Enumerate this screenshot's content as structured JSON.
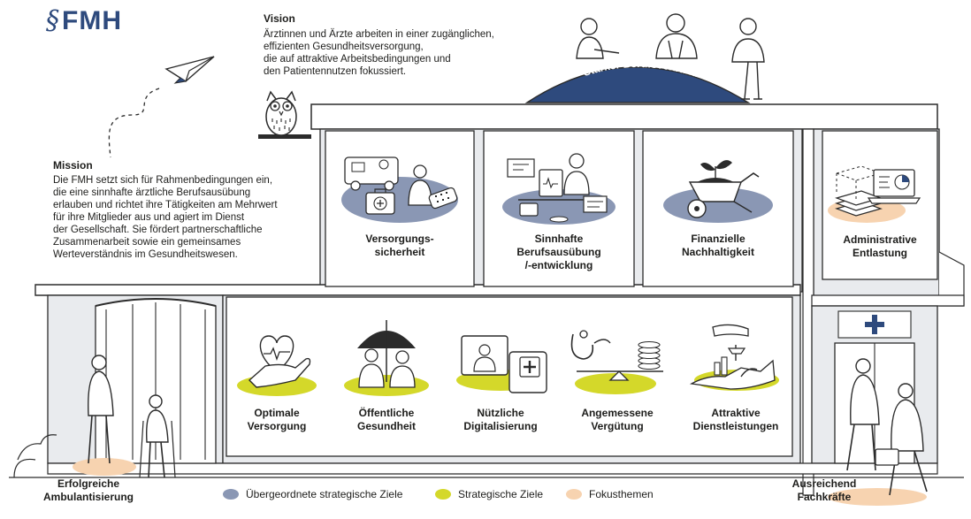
{
  "logo": {
    "mark": "§",
    "text": "FMH"
  },
  "vision": {
    "title": "Vision",
    "lines": [
      "Ärztinnen und Ärzte arbeiten in einer zugänglichen,",
      "effizienten Gesundheitsversorgung,",
      "die auf attraktive Arbeitsbedingungen und",
      "den Patientennutzen fokussiert."
    ]
  },
  "mission": {
    "title": "Mission",
    "lines": [
      "Die FMH setzt sich für Rahmenbedingungen ein,",
      "die eine sinnhafte ärztliche Berufsausübung",
      "erlauben und richtet ihre Tätigkeiten am Mehrwert",
      "für ihre Mitglieder aus und agiert im Dienst",
      "der Gesellschaft. Sie fördert partnerschaftliche",
      "Zusammenarbeit sowie ein gemeinsames",
      "Werteverständnis im Gesundheitswesen."
    ]
  },
  "roof_banner": "Starker Berufsverband",
  "upper_goals": [
    {
      "id": "versorgung",
      "line1": "Versorgungs-",
      "line2": "sicherheit",
      "line3": "",
      "icon": "ambulance-doctor-icon",
      "blob": "overarching"
    },
    {
      "id": "berufsausuebung",
      "line1": "Sinnhafte",
      "line2": "Berufsausübung",
      "line3": "/-entwicklung",
      "icon": "doctor-desk-icon",
      "blob": "overarching"
    },
    {
      "id": "finanz",
      "line1": "Finanzielle",
      "line2": "Nachhaltigkeit",
      "line3": "",
      "icon": "wheelbarrow-plant-icon",
      "blob": "overarching"
    }
  ],
  "admin": {
    "line1": "Administrative",
    "line2": "Entlastung",
    "icon": "paperwork-laptop-icon",
    "blob": "focus"
  },
  "lower_goals": [
    {
      "id": "optimal",
      "line1": "Optimale",
      "line2": "Versorgung",
      "icon": "heart-hand-icon"
    },
    {
      "id": "oeffentlich",
      "line1": "Öffentliche",
      "line2": "Gesundheit",
      "icon": "umbrella-people-icon"
    },
    {
      "id": "digital",
      "line1": "Nützliche",
      "line2": "Digitalisierung",
      "icon": "telemedicine-icon"
    },
    {
      "id": "verguetung",
      "line1": "Angemessene",
      "line2": "Vergütung",
      "icon": "stethoscope-coins-scale-icon"
    },
    {
      "id": "dienst",
      "line1": "Attraktive",
      "line2": "Dienstleistungen",
      "icon": "service-hands-icon"
    }
  ],
  "left_focus": {
    "line1": "Erfolgreiche",
    "line2": "Ambulantisierung"
  },
  "right_focus": {
    "line1": "Ausreichend",
    "line2": "Fachkräfte"
  },
  "legend": [
    {
      "label": "Übergeordnete strategische Ziele",
      "color": "#8a97b4"
    },
    {
      "label": "Strategische Ziele",
      "color": "#d4d82a"
    },
    {
      "label": "Fokusthemen",
      "color": "#f7d3b0"
    }
  ],
  "colors": {
    "navy": "#2e4a7d",
    "overarching": "#8a97b4",
    "strategic": "#d4d82a",
    "focus": "#f7d3b0",
    "wall": "#e9ebee",
    "line": "#2b2b2b"
  }
}
